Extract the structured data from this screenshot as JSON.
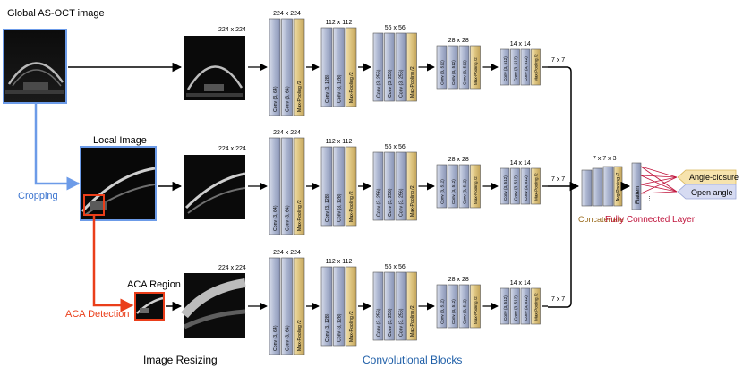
{
  "labels": {
    "global_image": "Global AS-OCT image",
    "local_image": "Local Image",
    "aca_region": "ACA Region",
    "cropping": "Cropping",
    "aca_detection": "ACA Detection",
    "image_resizing": "Image Resizing",
    "conv_blocks": "Convolutional  Blocks",
    "concatenate": "Concatenate",
    "fc_layer": "Fully Connected Layer"
  },
  "sizes": {
    "input": "224 x 224",
    "b1": "224 x 224",
    "b2": "112 x 112",
    "b3": "56 x 56",
    "b4": "28 x 28",
    "b5": "14 x 14",
    "out": "7 x 7",
    "concat": "7 x 7 x 3"
  },
  "layers": {
    "conv64": "Conv (3, 64)",
    "conv128": "Conv (3, 128)",
    "conv256": "Conv (3, 256)",
    "conv512": "Conv (3, 512)",
    "pool": "Max-Pooling /2",
    "avgpool": "Avg-Pooling /7",
    "flatten": "Flatten"
  },
  "outputs": {
    "closure": "Angle-closure",
    "open": "Open angle"
  },
  "colors": {
    "conv_layer": "#aab4cf",
    "pool_layer": "#dcc37e",
    "crop_blue": "#6c9be8",
    "detect_red": "#ea3e1a",
    "closure_fill": "#f6e3ad",
    "open_fill": "#d6dbf2",
    "fc_lines": "#c0143c",
    "conv_blocks_text": "#1f5fa8",
    "concat_text": "#9a6a1c"
  }
}
